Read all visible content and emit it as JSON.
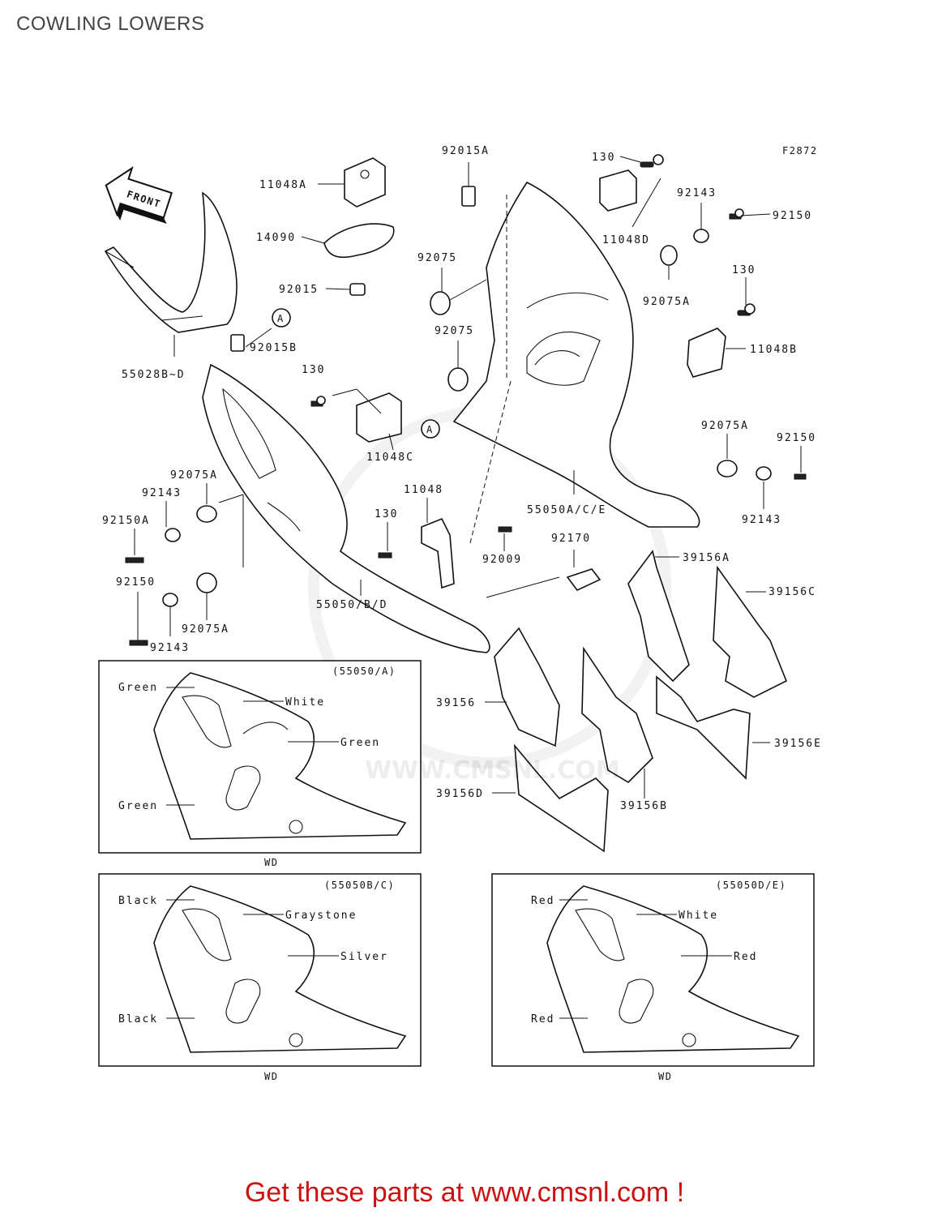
{
  "page_title": "COWLING LOWERS",
  "figure_code": "F2872",
  "footer_text": "Get these parts at www.cmsnl.com !",
  "watermark_text": "WWW.CMSNL.COM",
  "front_arrow_label": "FRONT",
  "callout_marker": "A",
  "parts": {
    "p11048A": "11048A",
    "p14090": "14090",
    "p92015": "92015",
    "p92015B": "92015B",
    "p55028": "55028B~D",
    "p92015A": "92015A",
    "p130_top": "130",
    "p11048D": "11048D",
    "p92143_top": "92143",
    "p92150_top": "92150",
    "p92075_1": "92075",
    "p92075A_top": "92075A",
    "p130_r": "130",
    "p11048B": "11048B",
    "p92075_2": "92075",
    "p130_mid": "130",
    "p11048C": "11048C",
    "p92075A_r": "92075A",
    "p92150_r": "92150",
    "p92075A_l": "92075A",
    "p92143_l": "92143",
    "p92150A": "92150A",
    "p11048": "11048",
    "p130_low": "130",
    "p55050ACE": "55050A/C/E",
    "p92143_r": "92143",
    "p92009": "92009",
    "p92170": "92170",
    "p39156A": "39156A",
    "p39156C": "39156C",
    "p92150_l": "92150",
    "p92075A_l2": "92075A",
    "p92143_l2": "92143",
    "p55050BD": "55050/B/D",
    "p39156": "39156",
    "p39156E": "39156E",
    "p39156D": "39156D",
    "p39156B": "39156B"
  },
  "color_boxes": [
    {
      "code": "(55050/A)",
      "footnote": "WD",
      "labels": {
        "top_left": "Green",
        "top_right": "White",
        "mid_right": "Green",
        "low_left": "Green"
      }
    },
    {
      "code": "(55050B/C)",
      "footnote": "WD",
      "labels": {
        "top_left": "Black",
        "top_right": "Graystone",
        "mid_right": "Silver",
        "low_left": "Black"
      }
    },
    {
      "code": "(55050D/E)",
      "footnote": "WD",
      "labels": {
        "top_left": "Red",
        "top_right": "White",
        "mid_right": "Red",
        "low_left": "Red"
      }
    }
  ]
}
